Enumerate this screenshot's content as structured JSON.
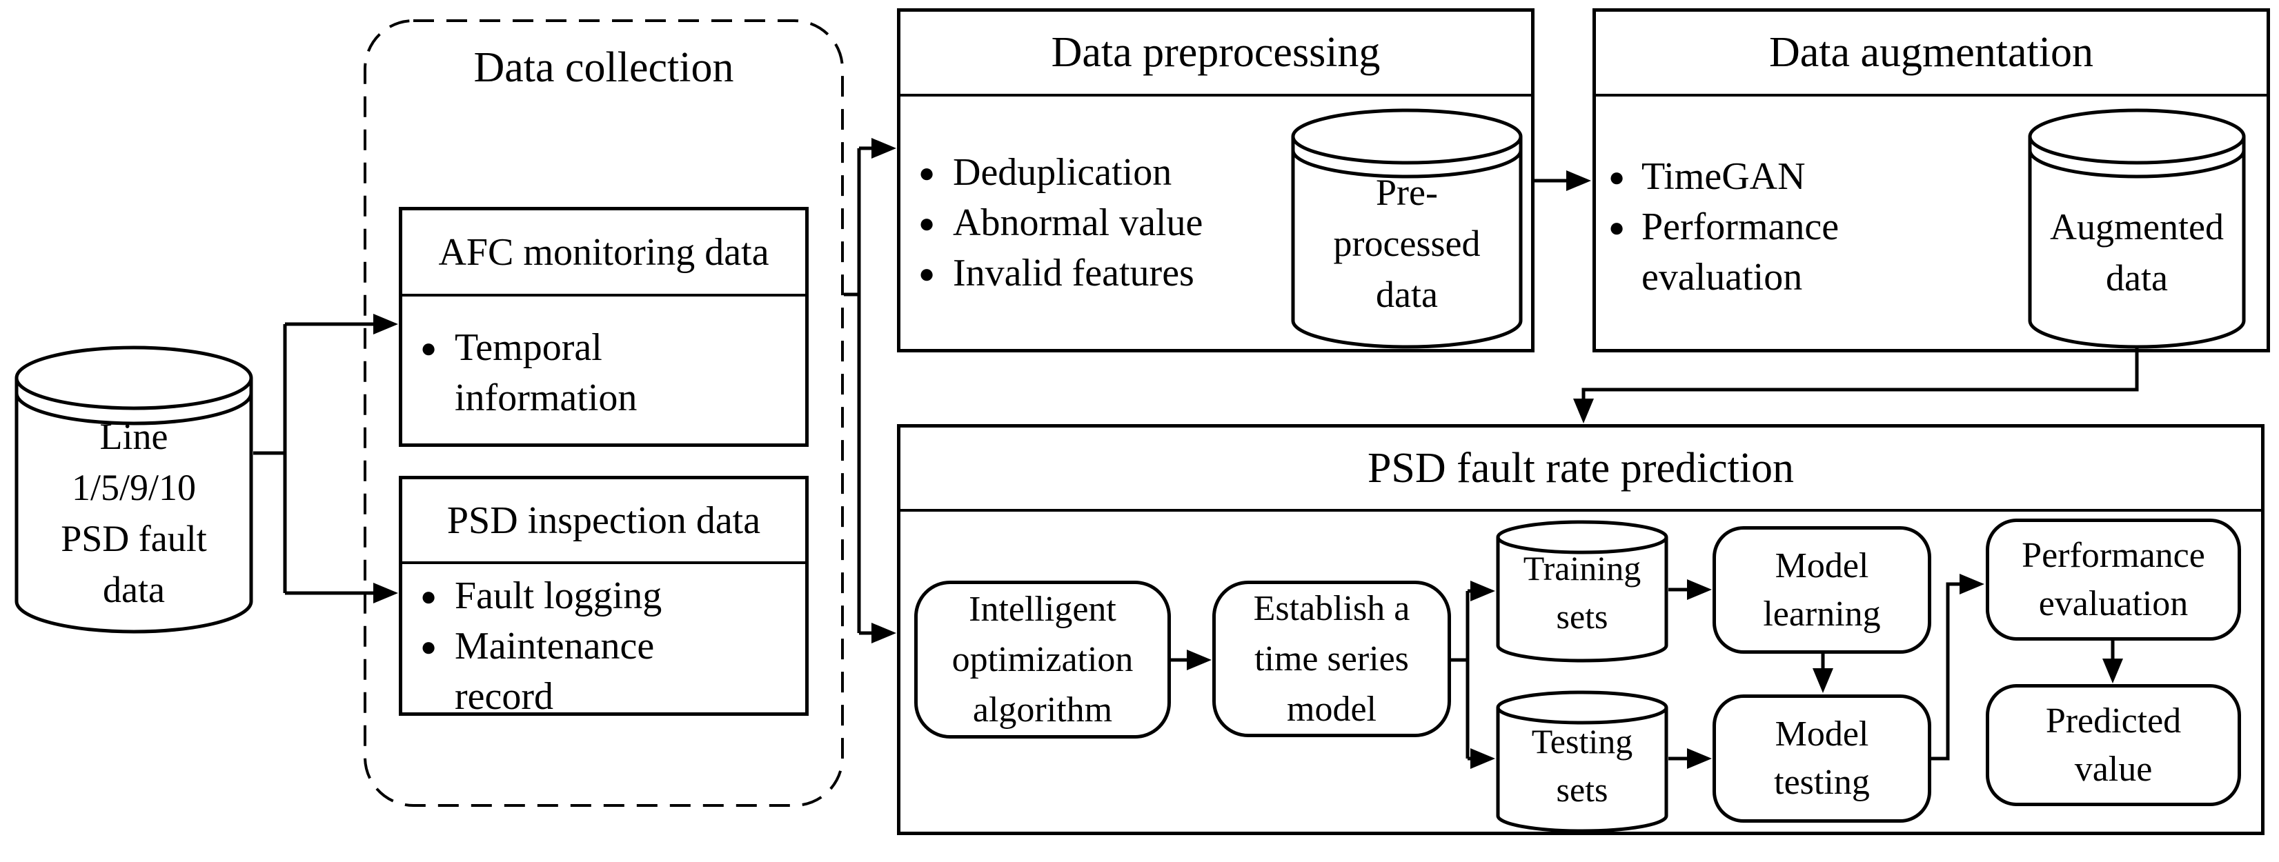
{
  "colors": {
    "ink": "#000000",
    "paper": "#ffffff"
  },
  "icons": {
    "bullet": "●"
  },
  "source_cylinder": {
    "label": "Line\n1/5/9/10\nPSD fault\ndata"
  },
  "data_collection": {
    "title": "Data collection",
    "afc_box": {
      "header": "AFC monitoring data",
      "items": [
        "Temporal information"
      ]
    },
    "inspection_box": {
      "header": "PSD inspection data",
      "items": [
        "Fault logging",
        "Maintenance record"
      ]
    }
  },
  "data_preprocessing": {
    "title": "Data preprocessing",
    "items": [
      "Deduplication",
      "Abnormal value",
      "Invalid features"
    ],
    "cylinder_label": "Pre-\nprocessed\ndata"
  },
  "data_augmentation": {
    "title": "Data augmentation",
    "items": [
      "TimeGAN",
      "Performance evaluation"
    ],
    "cylinder_label": "Augmented\ndata"
  },
  "prediction": {
    "title": "PSD fault rate prediction",
    "intelligent_node": "Intelligent\noptimization\nalgorithm",
    "establish_node": "Establish a\ntime series\nmodel",
    "training_cylinder": "Training\nsets",
    "testing_cylinder": "Testing\nsets",
    "model_learning_node": "Model\nlearning",
    "model_testing_node": "Model\ntesting",
    "performance_node": "Performance\nevaluation",
    "predicted_node": "Predicted\nvalue"
  }
}
